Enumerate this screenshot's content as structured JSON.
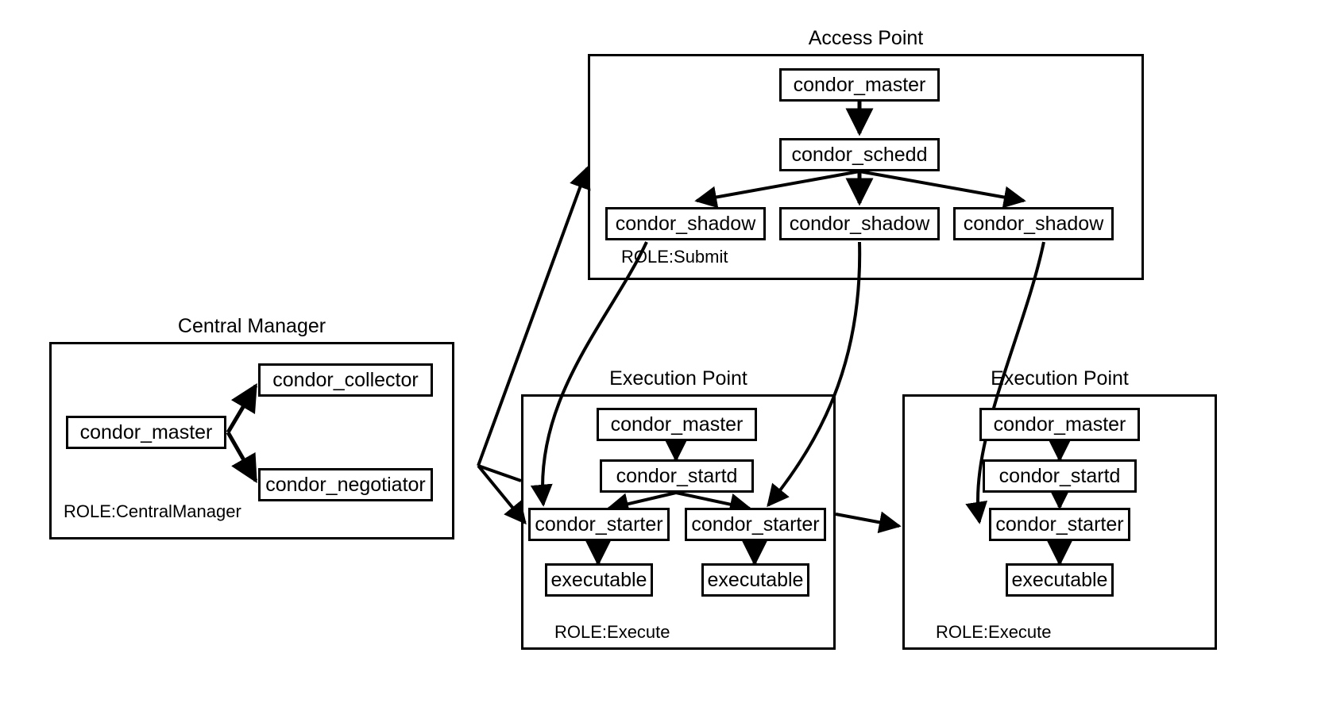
{
  "diagram": {
    "title_access_point": "Access Point",
    "title_central_manager": "Central Manager",
    "title_execution_point_left": "Execution Point",
    "title_execution_point_right": "Execution Point"
  },
  "access_point": {
    "title": "Access Point",
    "role_label": "ROLE:Submit",
    "nodes": [
      {
        "id": "ap-master",
        "label": "condor_master"
      },
      {
        "id": "ap-schedd",
        "label": "condor_schedd"
      },
      {
        "id": "ap-shadow-1",
        "label": "condor_shadow"
      },
      {
        "id": "ap-shadow-2",
        "label": "condor_shadow"
      },
      {
        "id": "ap-shadow-3",
        "label": "condor_shadow"
      }
    ]
  },
  "central_manager": {
    "title": "Central Manager",
    "role_label": "ROLE:CentralManager",
    "nodes": [
      {
        "id": "cm-master",
        "label": "condor_master"
      },
      {
        "id": "cm-collector",
        "label": "condor_collector"
      },
      {
        "id": "cm-negotiator",
        "label": "condor_negotiator"
      }
    ]
  },
  "execution_point_left": {
    "title": "Execution Point",
    "role_label": "ROLE:Execute",
    "nodes": [
      {
        "id": "epl-master",
        "label": "condor_master"
      },
      {
        "id": "epl-startd",
        "label": "condor_startd"
      },
      {
        "id": "epl-starter-1",
        "label": "condor_starter"
      },
      {
        "id": "epl-starter-2",
        "label": "condor_starter"
      },
      {
        "id": "epl-exec-1",
        "label": "executable"
      },
      {
        "id": "epl-exec-2",
        "label": "executable"
      }
    ]
  },
  "execution_point_right": {
    "title": "Execution Point",
    "role_label": "ROLE:Execute",
    "nodes": [
      {
        "id": "epr-master",
        "label": "condor_master"
      },
      {
        "id": "epr-startd",
        "label": "condor_startd"
      },
      {
        "id": "epr-starter",
        "label": "condor_starter"
      },
      {
        "id": "epr-exec",
        "label": "executable"
      }
    ]
  },
  "style": {
    "stroke_color": "#000000",
    "fill_color": "#ffffff",
    "text_color": "#000000"
  }
}
